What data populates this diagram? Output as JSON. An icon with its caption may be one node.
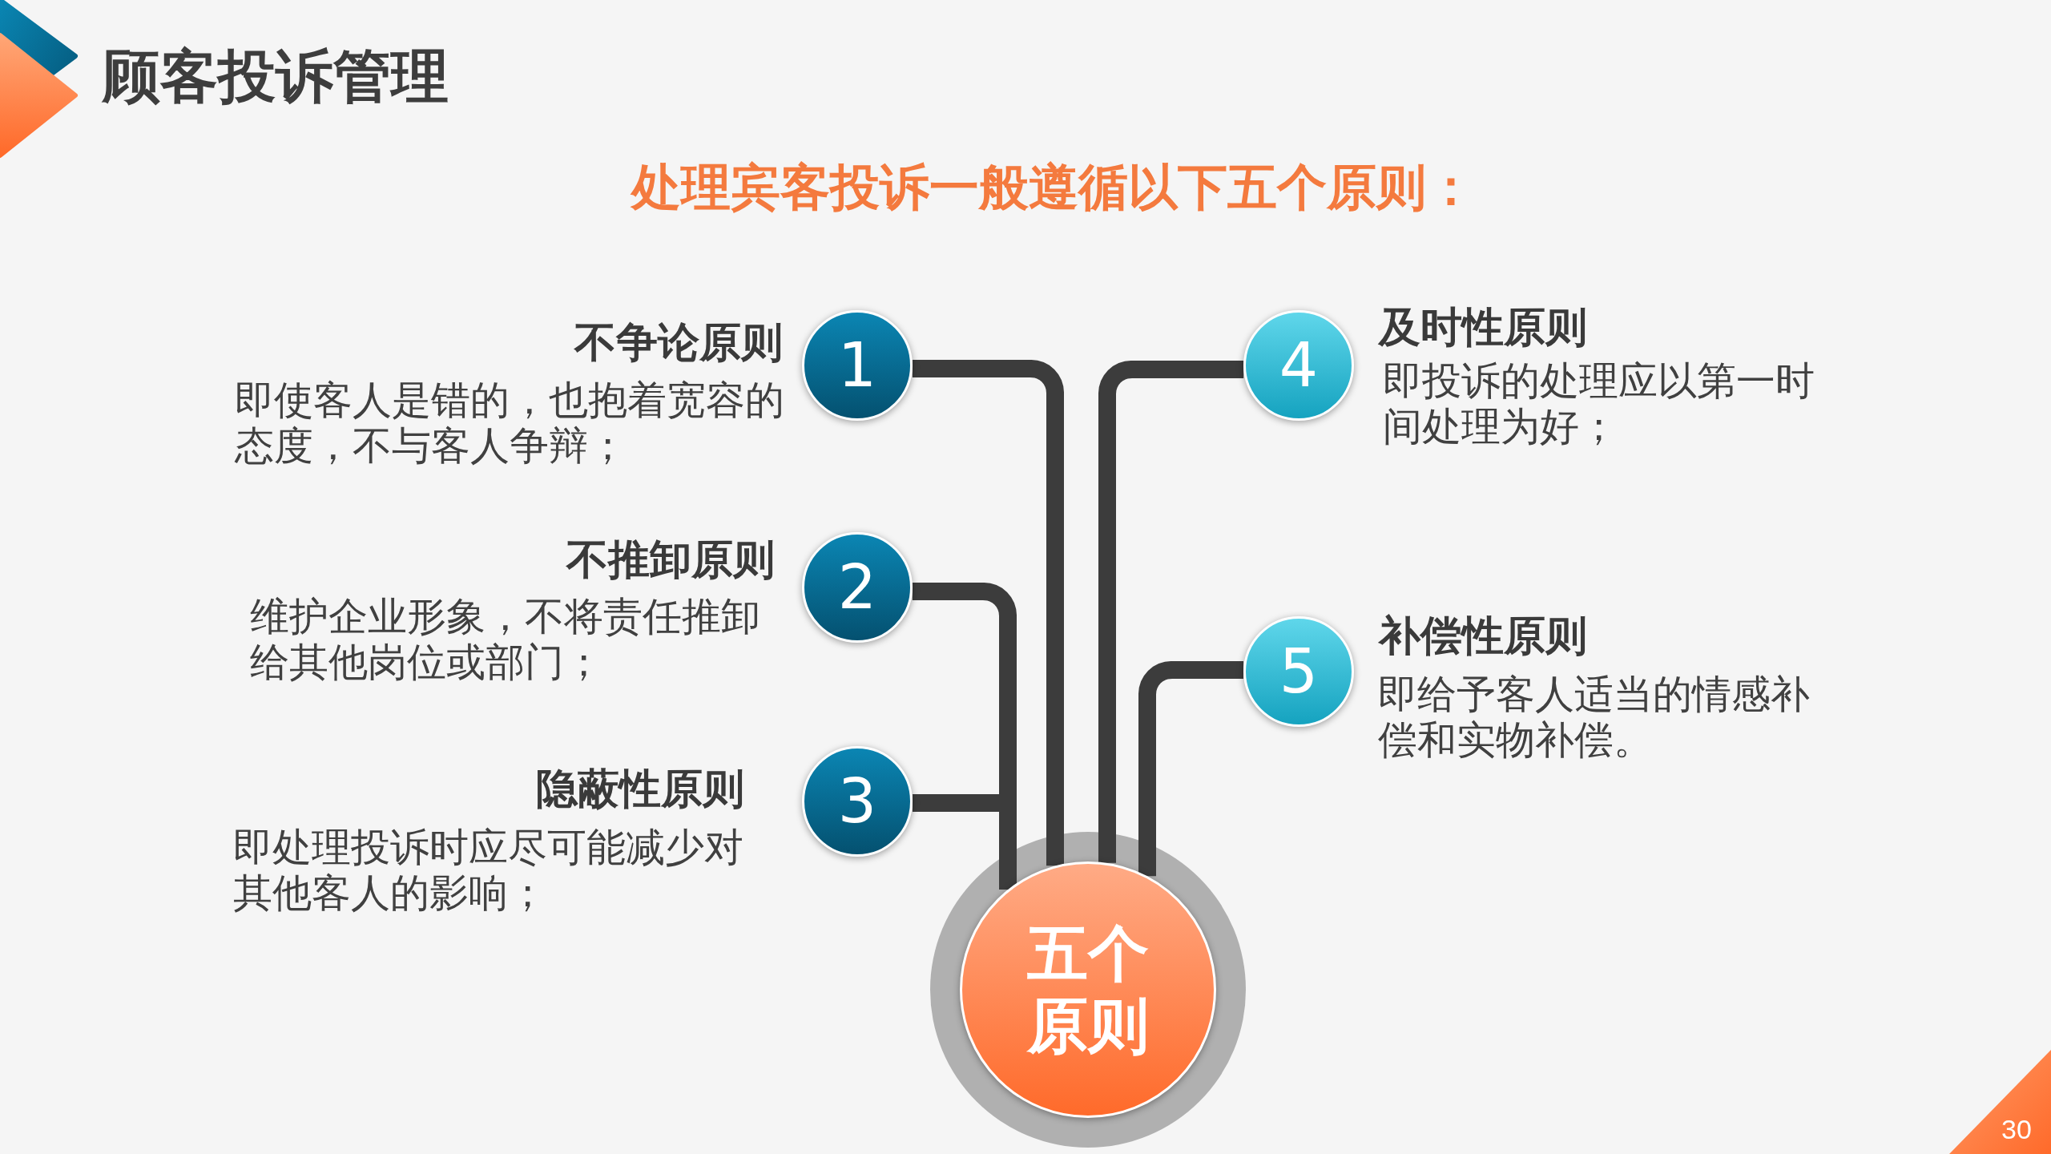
{
  "diagram": {
    "title": "顾客投诉管理",
    "nodes": [
      {
        "text": [
          "1"
        ],
        "beside": [
          "不争论原则",
          "即使客人是错的，也抱着宽容的态度，不与客人争辩；"
        ]
      },
      {
        "text": [
          "2"
        ],
        "beside": [
          "不推卸原则",
          "维护企业形象，不将责任推卸给其他岗位或部门；"
        ]
      },
      {
        "text": [
          "3"
        ],
        "beside": [
          "隐蔽性原则",
          "即处理投诉时应尽可能减少对其他客人的影响；"
        ]
      },
      {
        "text": [
          "4"
        ],
        "beside": [
          "及时性原则",
          "即投诉的处理应以第一时间处理为好；"
        ]
      },
      {
        "text": [
          "5"
        ],
        "beside": [
          "补偿性原则",
          "即给予客人适当的情感补偿和实物补偿。"
        ]
      },
      {
        "text": [
          "五个原则"
        ]
      }
    ],
    "edges": [
      {
        "from": 0,
        "to": 5,
        "arrow": "none"
      },
      {
        "from": 1,
        "to": 5,
        "arrow": "none"
      },
      {
        "from": 2,
        "to": 5,
        "arrow": "none"
      },
      {
        "from": 3,
        "to": 5,
        "arrow": "none"
      },
      {
        "from": 4,
        "to": 5,
        "arrow": "none"
      }
    ],
    "labels": [
      "处理宾客投诉一般遵循以下五个原则：",
      "30"
    ]
  }
}
